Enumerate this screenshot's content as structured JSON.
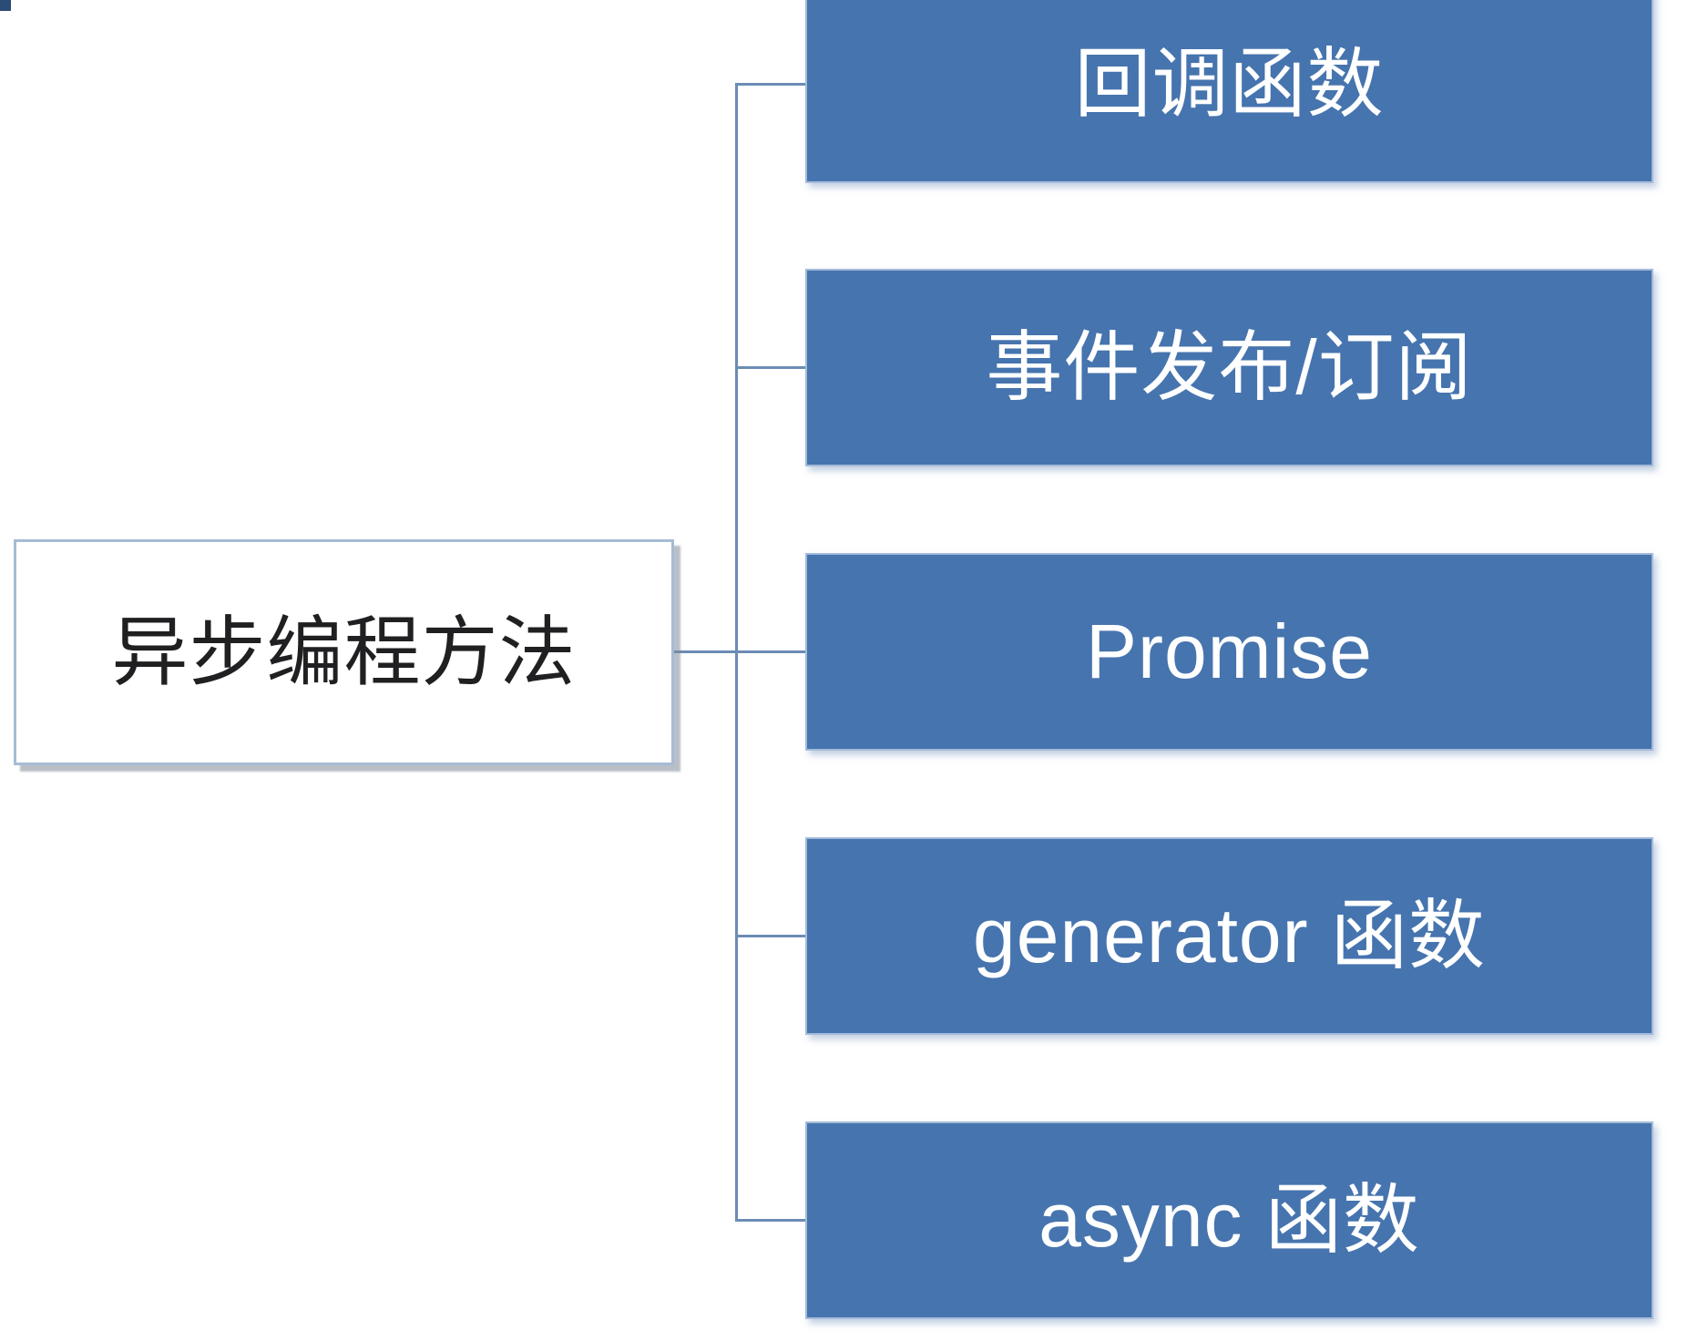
{
  "diagram": {
    "type": "tree-smartart",
    "root": {
      "label": "异步编程方法"
    },
    "children": [
      {
        "label": "回调函数"
      },
      {
        "label": "事件发布/订阅"
      },
      {
        "label": "Promise"
      },
      {
        "label": "generator 函数"
      },
      {
        "label": "async 函数"
      }
    ],
    "colors": {
      "page_bg": "#ffffff",
      "branch_fill": "#4674ae",
      "branch_border": "#a4bbda",
      "branch_text": "#ffffff",
      "root_fill": "#ffffff",
      "root_border": "#a6bbd4",
      "root_text": "#202022",
      "connector": "#6c8cb5",
      "corner_mark": "#2b4c77"
    }
  }
}
